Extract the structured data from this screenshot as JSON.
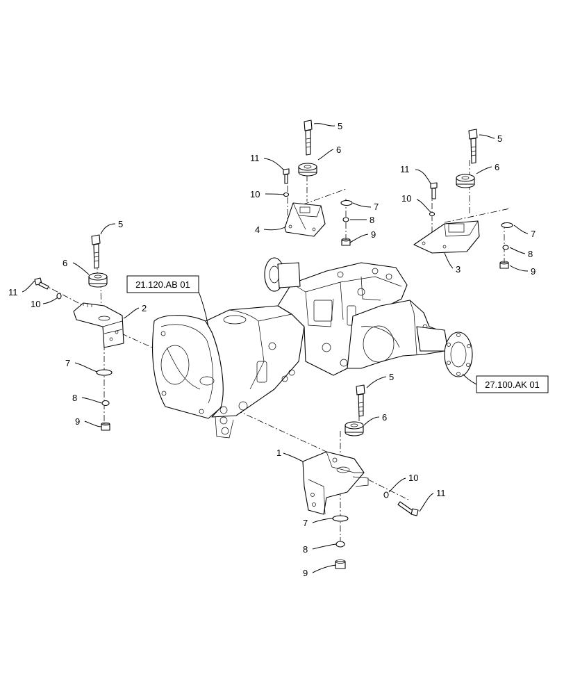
{
  "references": [
    {
      "id": "ref-transmission-case",
      "label": "21.120.AB 01"
    },
    {
      "id": "ref-rear-axle",
      "label": "27.100.AK 01"
    }
  ],
  "callouts": [
    {
      "label": "5"
    },
    {
      "label": "6"
    },
    {
      "label": "11"
    },
    {
      "label": "10"
    },
    {
      "label": "7"
    },
    {
      "label": "8"
    },
    {
      "label": "9"
    },
    {
      "label": "4"
    },
    {
      "label": "5"
    },
    {
      "label": "6"
    },
    {
      "label": "11"
    },
    {
      "label": "10"
    },
    {
      "label": "7"
    },
    {
      "label": "8"
    },
    {
      "label": "9"
    },
    {
      "label": "3"
    },
    {
      "label": "5"
    },
    {
      "label": "6"
    },
    {
      "label": "11"
    },
    {
      "label": "10"
    },
    {
      "label": "2"
    },
    {
      "label": "7"
    },
    {
      "label": "8"
    },
    {
      "label": "9"
    },
    {
      "label": "5"
    },
    {
      "label": "6"
    },
    {
      "label": "1"
    },
    {
      "label": "10"
    },
    {
      "label": "11"
    },
    {
      "label": "7"
    },
    {
      "label": "8"
    },
    {
      "label": "9"
    }
  ]
}
